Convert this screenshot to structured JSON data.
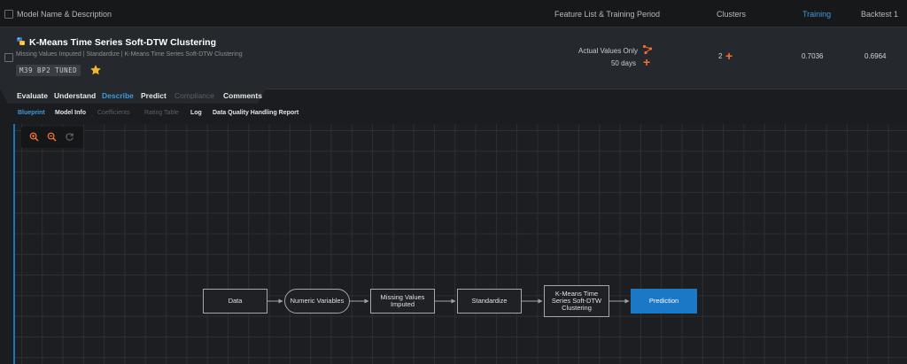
{
  "header": {
    "model_col": "Model Name & Description",
    "feature_col": "Feature List & Training Period",
    "clusters_col": "Clusters",
    "training_col": "Training",
    "backtest_col": "Backtest 1"
  },
  "model": {
    "title": "K-Means Time Series Soft-DTW Clustering",
    "description": "Missing Values Imputed | Standardize | K-Means Time Series Soft-DTW Clustering",
    "badge": "M39 BP2 TUNED",
    "feature_list": "Actual Values Only",
    "training_period": "50 days",
    "clusters": "2",
    "training_score": "0.7036",
    "backtest_score": "0.6964"
  },
  "tabs": [
    "Evaluate",
    "Understand",
    "Describe",
    "Predict",
    "Compliance",
    "Comments"
  ],
  "subtabs": [
    "Blueprint",
    "Model Info",
    "Coefficients",
    "Rating Table",
    "Log",
    "Data Quality Handling Report"
  ],
  "blueprint": {
    "nodes": {
      "data": "Data",
      "numeric": "Numeric Variables",
      "missing": "Missing Values Imputed",
      "standardize": "Standardize",
      "kmeans": "K-Means Time Series Soft-DTW Clustering",
      "prediction": "Prediction"
    }
  },
  "colors": {
    "accent": "#3d9be0",
    "orange": "#f0712c",
    "prediction": "#1b78c6",
    "star": "#f5b52a"
  }
}
